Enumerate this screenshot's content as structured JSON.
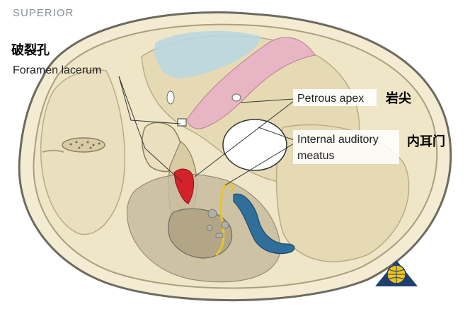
{
  "orientation_label": "SUPERIOR",
  "labels": {
    "foramen_lacerum": {
      "en": "Foramen lacerum",
      "cn": "破裂孔"
    },
    "petrous_apex": {
      "en": "Petrous apex",
      "cn": "岩尖"
    },
    "internal_auditory_meatus": {
      "en_line1": "Internal auditory",
      "en_line2": "meatus",
      "cn": "内耳门"
    }
  },
  "colors": {
    "bone": "#efe6c8",
    "bone_shadow": "#d9cca4",
    "skull_outline": "#6d6a60",
    "petrous_pink": "#e8b4c4",
    "sinus_blue": "#b9d7df",
    "lacerum_red": "#d2232a",
    "sigmoid_blue": "#2f6f9a",
    "nerve_yellow": "#e8c530",
    "meatus_white": "#ffffff"
  },
  "logo": {
    "icon": "globe-logo-icon"
  }
}
